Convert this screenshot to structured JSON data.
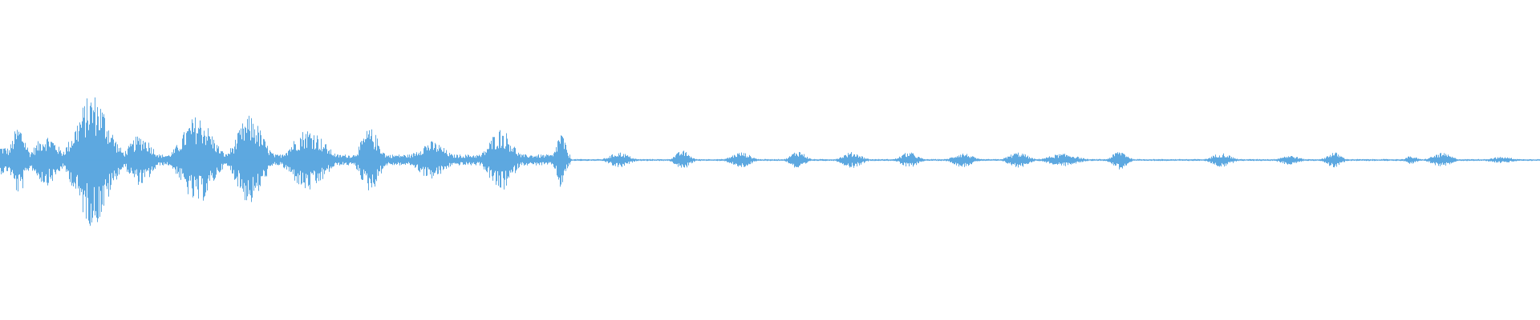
{
  "waveform": {
    "color": "#5da8e0",
    "background": "#ffffff",
    "bursts": [
      {
        "at": 0.0,
        "amp": 0.09,
        "spread": 0.012
      },
      {
        "at": 0.012,
        "amp": 0.22,
        "spread": 0.006
      },
      {
        "at": 0.03,
        "amp": 0.16,
        "spread": 0.01
      },
      {
        "at": 0.06,
        "amp": 0.42,
        "spread": 0.014
      },
      {
        "at": 0.091,
        "amp": 0.16,
        "spread": 0.01
      },
      {
        "at": 0.128,
        "amp": 0.28,
        "spread": 0.013
      },
      {
        "at": 0.162,
        "amp": 0.28,
        "spread": 0.011
      },
      {
        "at": 0.2,
        "amp": 0.2,
        "spread": 0.014
      },
      {
        "at": 0.24,
        "amp": 0.2,
        "spread": 0.008
      },
      {
        "at": 0.28,
        "amp": 0.12,
        "spread": 0.012
      },
      {
        "at": 0.325,
        "amp": 0.2,
        "spread": 0.01
      },
      {
        "at": 0.364,
        "amp": 0.18,
        "spread": 0.004
      },
      {
        "at": 0.402,
        "amp": 0.05,
        "spread": 0.008
      },
      {
        "at": 0.443,
        "amp": 0.06,
        "spread": 0.006
      },
      {
        "at": 0.481,
        "amp": 0.05,
        "spread": 0.008
      },
      {
        "at": 0.518,
        "amp": 0.06,
        "spread": 0.006
      },
      {
        "at": 0.553,
        "amp": 0.05,
        "spread": 0.008
      },
      {
        "at": 0.59,
        "amp": 0.05,
        "spread": 0.007
      },
      {
        "at": 0.625,
        "amp": 0.045,
        "spread": 0.008
      },
      {
        "at": 0.661,
        "amp": 0.05,
        "spread": 0.008
      },
      {
        "at": 0.69,
        "amp": 0.04,
        "spread": 0.012
      },
      {
        "at": 0.727,
        "amp": 0.06,
        "spread": 0.006
      },
      {
        "at": 0.793,
        "amp": 0.045,
        "spread": 0.008
      },
      {
        "at": 0.837,
        "amp": 0.03,
        "spread": 0.008
      },
      {
        "at": 0.866,
        "amp": 0.05,
        "spread": 0.006
      },
      {
        "at": 0.916,
        "amp": 0.025,
        "spread": 0.005
      },
      {
        "at": 0.936,
        "amp": 0.045,
        "spread": 0.008
      },
      {
        "at": 0.975,
        "amp": 0.02,
        "spread": 0.01
      }
    ],
    "noise_floor": [
      {
        "until": 0.37,
        "amp": 0.035
      },
      {
        "until": 1.0,
        "amp": 0.006
      }
    ]
  }
}
